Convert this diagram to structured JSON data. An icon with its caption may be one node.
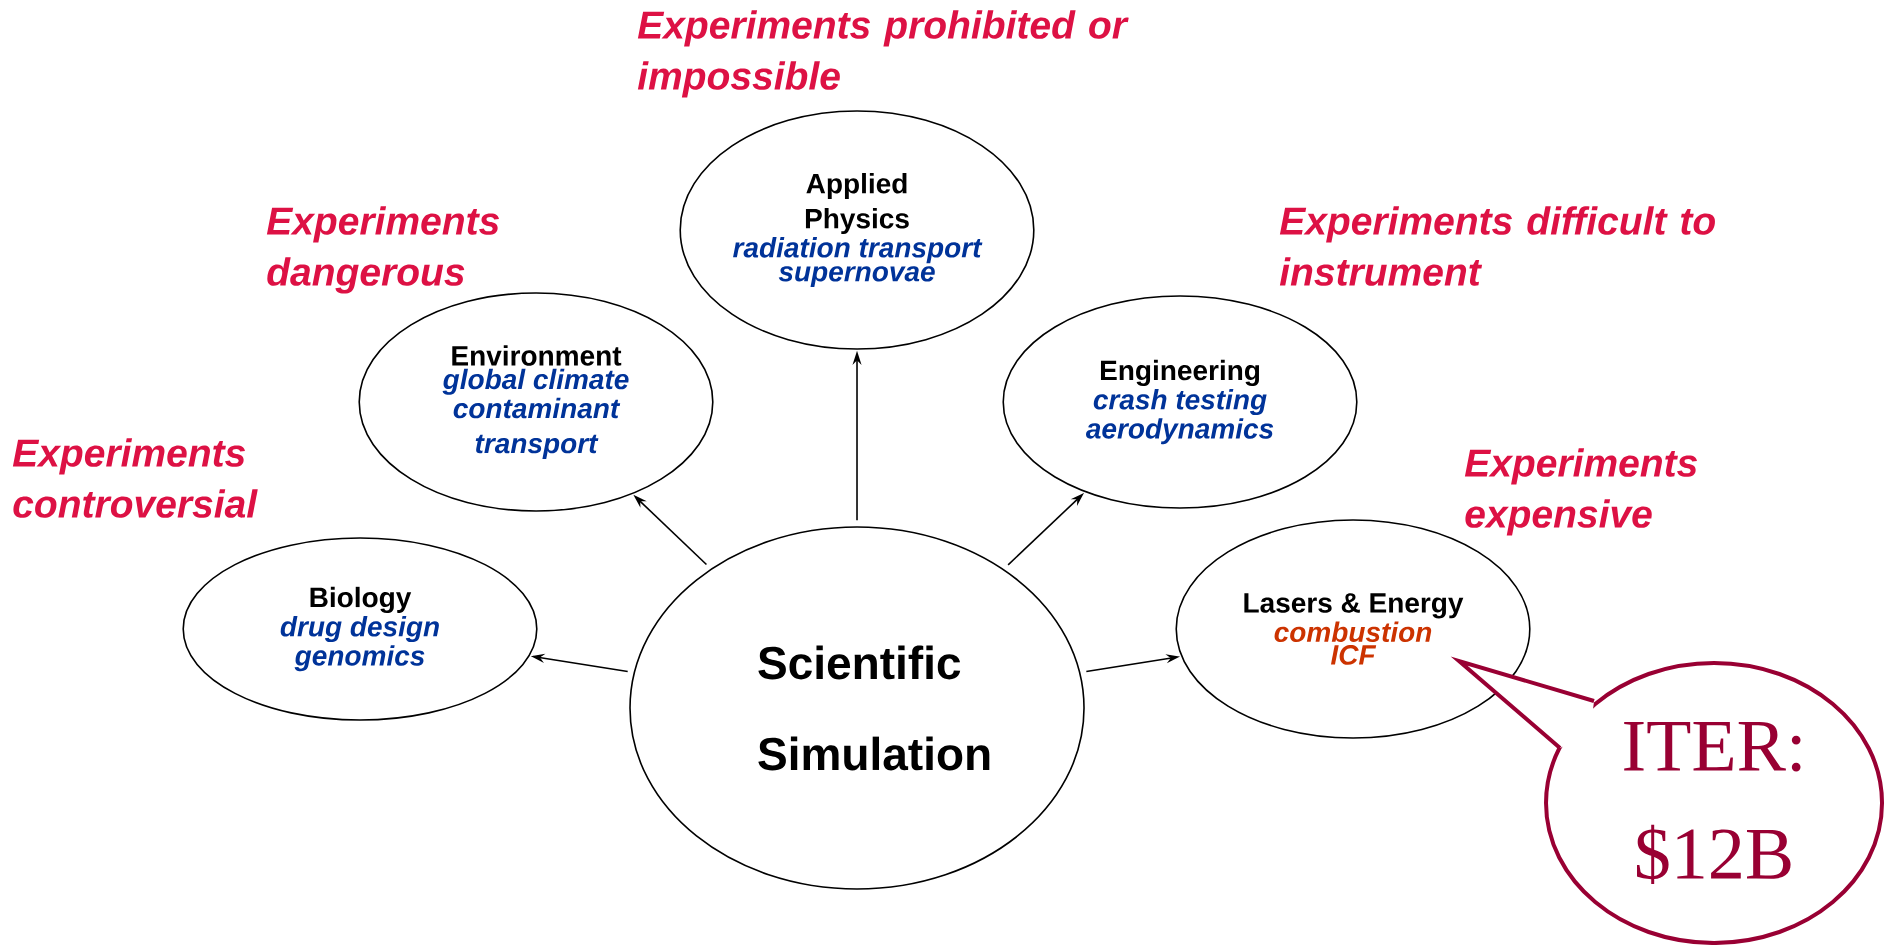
{
  "diagram": {
    "nodes": [
      {
        "text": [
          "Scientific Simulation"
        ]
      },
      {
        "text": [
          "Biology",
          "drug design",
          "genomics"
        ],
        "beside": [
          "Experiments controversial"
        ]
      },
      {
        "text": [
          "Environment",
          "global climate",
          "contaminant transport"
        ],
        "beside": [
          "Experiments dangerous"
        ]
      },
      {
        "text": [
          "Applied Physics",
          "radiation transport",
          "supernovae"
        ],
        "beside": [
          "Experiments prohibited or impossible"
        ]
      },
      {
        "text": [
          "Engineering",
          "crash testing",
          "aerodynamics"
        ],
        "beside": [
          "Experiments difficult to instrument"
        ]
      },
      {
        "text": [
          "Lasers & Energy",
          "combustion",
          "ICF"
        ],
        "beside": [
          "Experiments expensive"
        ]
      },
      {
        "text": [
          "ITER: $12B"
        ]
      }
    ],
    "edges": [
      {
        "from": 0,
        "to": 1,
        "arrow": "to"
      },
      {
        "from": 0,
        "to": 2,
        "arrow": "to"
      },
      {
        "from": 0,
        "to": 3,
        "arrow": "to"
      },
      {
        "from": 0,
        "to": 4,
        "arrow": "to"
      },
      {
        "from": 0,
        "to": 5,
        "arrow": "to"
      }
    ]
  }
}
